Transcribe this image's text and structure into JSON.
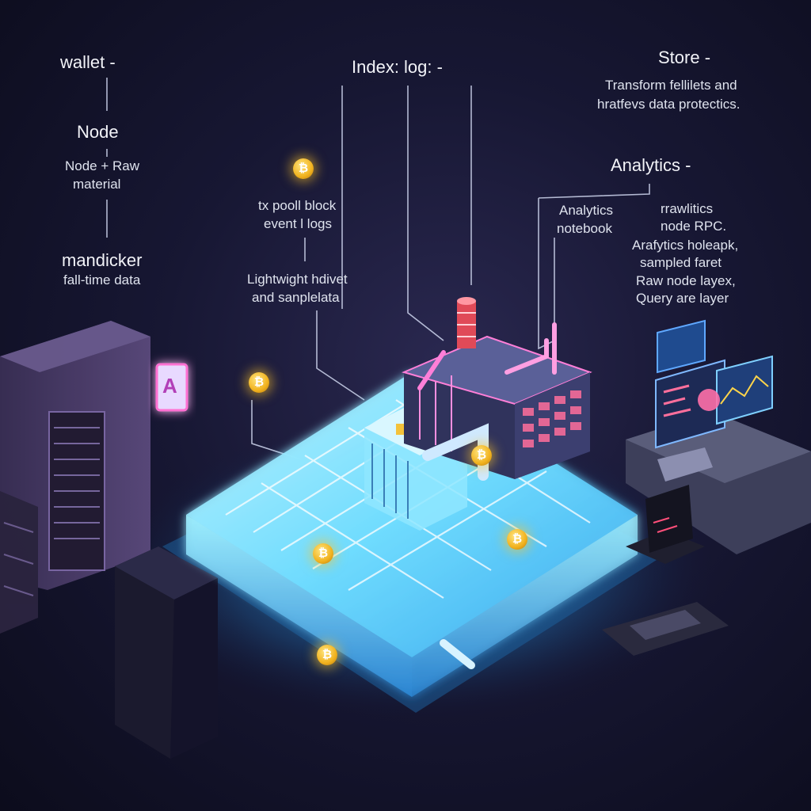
{
  "labels": {
    "wallet": "wallet -",
    "node": "Node",
    "node_raw_1": "Node + Raw",
    "node_raw_2": "material",
    "mandicker": "mandicker",
    "realtime": "fall-time data",
    "index": "Index: log: -",
    "txpool_1": "tx pooll block",
    "txpool_2": "event l logs",
    "lightweight_1": "Lightwight hdivet",
    "lightweight_2": "and sanplelata",
    "store": "Store -",
    "store_desc_1": "Transform fellilets and",
    "store_desc_2": "hratfevs data protectics.",
    "analytics": "Analytics -",
    "analytics_nb_1": "Analytics",
    "analytics_nb_2": "notebook",
    "rawl_1": "rrawlitics",
    "rawl_2": "node RPC.",
    "rawl_3": "Arafytics holeapk,",
    "rawl_4": "sampled faret",
    "rawl_5": "Raw node layex,",
    "rawl_6": "Query are layer"
  },
  "icons": {
    "coin_symbol": "₿",
    "sign_symbol": "A"
  },
  "colors": {
    "board_glow": "#35e0ff",
    "accent_pink": "#ff5fc8",
    "coin": "#f5b81f",
    "background": "#161630"
  }
}
